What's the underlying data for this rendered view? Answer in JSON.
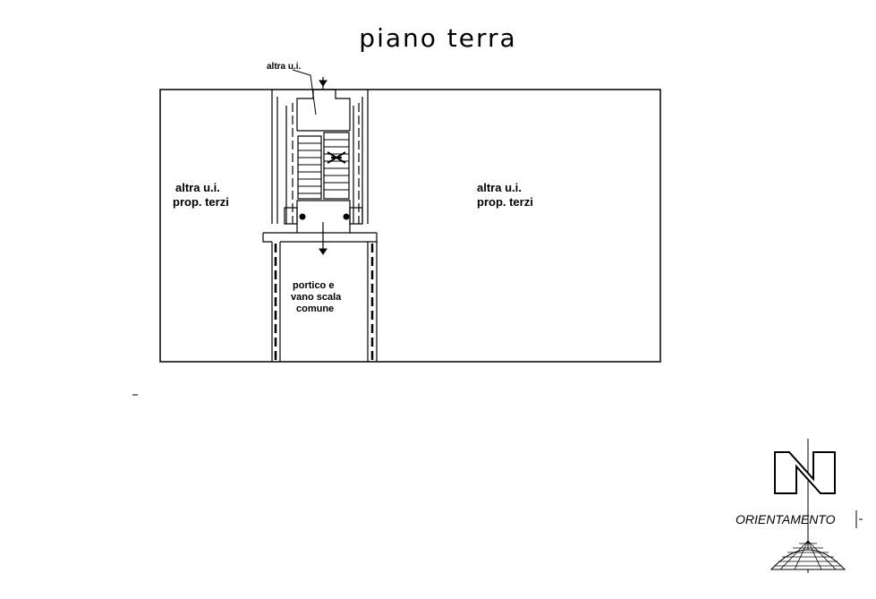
{
  "drawing": {
    "title": "piano terra",
    "labels": {
      "stair_unit": "altra u.i.",
      "left_unit_line1": "altra u.i.",
      "left_unit_line2": "prop. terzi",
      "right_unit_line1": "altra u.i.",
      "right_unit_line2": "prop. terzi",
      "portico_line1": "portico e",
      "portico_line2": "vano scala",
      "portico_line3": "comune"
    }
  },
  "north_arrow": {
    "letter": "N",
    "caption": "ORIENTAMENTO"
  },
  "colors": {
    "ink": "#000000",
    "paper": "#ffffff"
  }
}
